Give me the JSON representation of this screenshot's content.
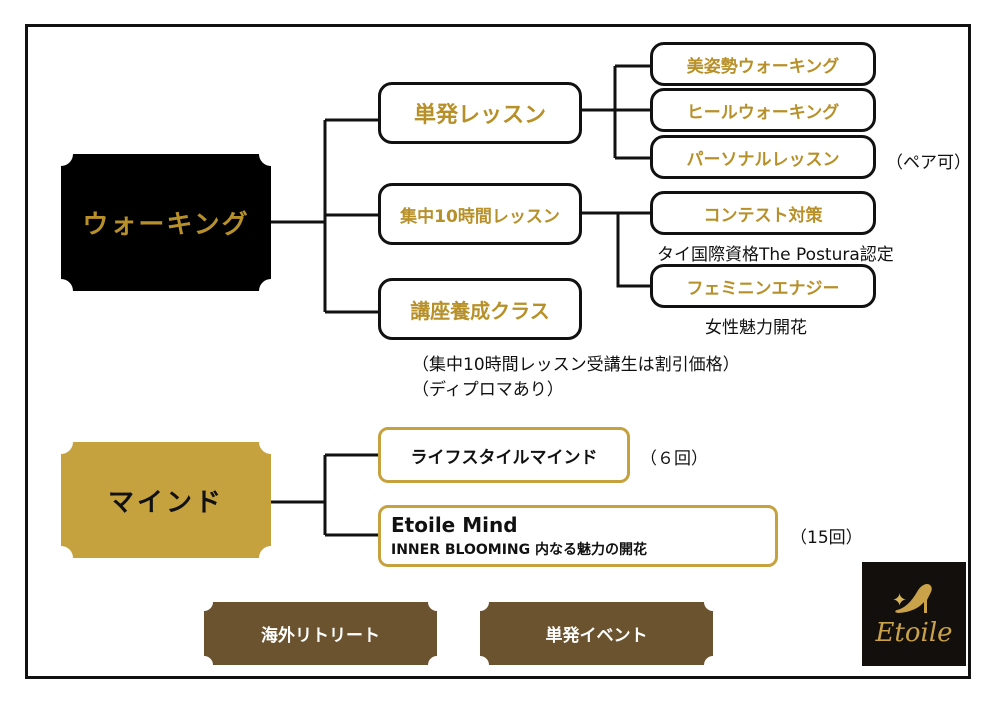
{
  "walking": {
    "title": "ウォーキング",
    "single": {
      "title": "単発レッスン",
      "items": [
        "美姿勢ウォーキング",
        "ヒールウォーキング",
        "パーソナルレッスン"
      ],
      "pair_note": "（ペア可）"
    },
    "intensive": {
      "title": "集中10時間レッスン",
      "items": [
        "コンテスト対策",
        "フェミニンエナジー"
      ],
      "contest_note": "タイ国際資格The Postura認定",
      "feminine_note": "女性魅力開花"
    },
    "trainer": {
      "title": "講座養成クラス",
      "note1": "（集中10時間レッスン受講生は割引価格）",
      "note2": "（ディプロマあり）"
    }
  },
  "mind": {
    "title": "マインド",
    "lifestyle": {
      "title": "ライフスタイルマインド",
      "note": "（６回）"
    },
    "etoile": {
      "title": "Etoile Mind",
      "subtitle": "INNER BLOOMING 内なる魅力の開花",
      "note": "（15回）"
    }
  },
  "others": {
    "retreat": "海外リトリート",
    "event": "単発イベント"
  },
  "logo": {
    "text": "Etoile",
    "icon": "high-heel-icon"
  },
  "colors": {
    "gold": "#b8902a",
    "black": "#000000",
    "mind_fill": "#c6a23e",
    "brown": "#6b5330",
    "ink": "#111111"
  }
}
